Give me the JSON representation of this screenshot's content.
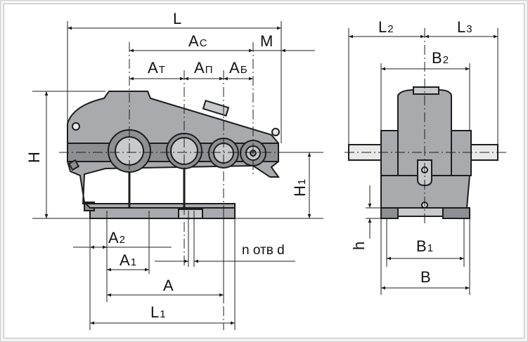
{
  "labels": {
    "L": "L",
    "Ac_main": "A",
    "Ac_sub": "C",
    "M": "M",
    "At_main": "A",
    "At_sub": "Т",
    "Ap_main": "A",
    "Ap_sub": "П",
    "Ab_main": "A",
    "Ab_sub": "Б",
    "H": "H",
    "H1_main": "H",
    "H1_sub": "1",
    "A2_main": "A",
    "A2_sub": "2",
    "A1_main": "A",
    "A1_sub": "1",
    "holes": "n отв d",
    "A": "A",
    "L1_main": "L",
    "L1_sub": "1",
    "L2_main": "L",
    "L2_sub": "2",
    "L3_main": "L",
    "L3_sub": "3",
    "B2_main": "B",
    "B2_sub": "2",
    "h": "h",
    "B1_main": "B",
    "B1_sub": "1",
    "B": "B"
  }
}
